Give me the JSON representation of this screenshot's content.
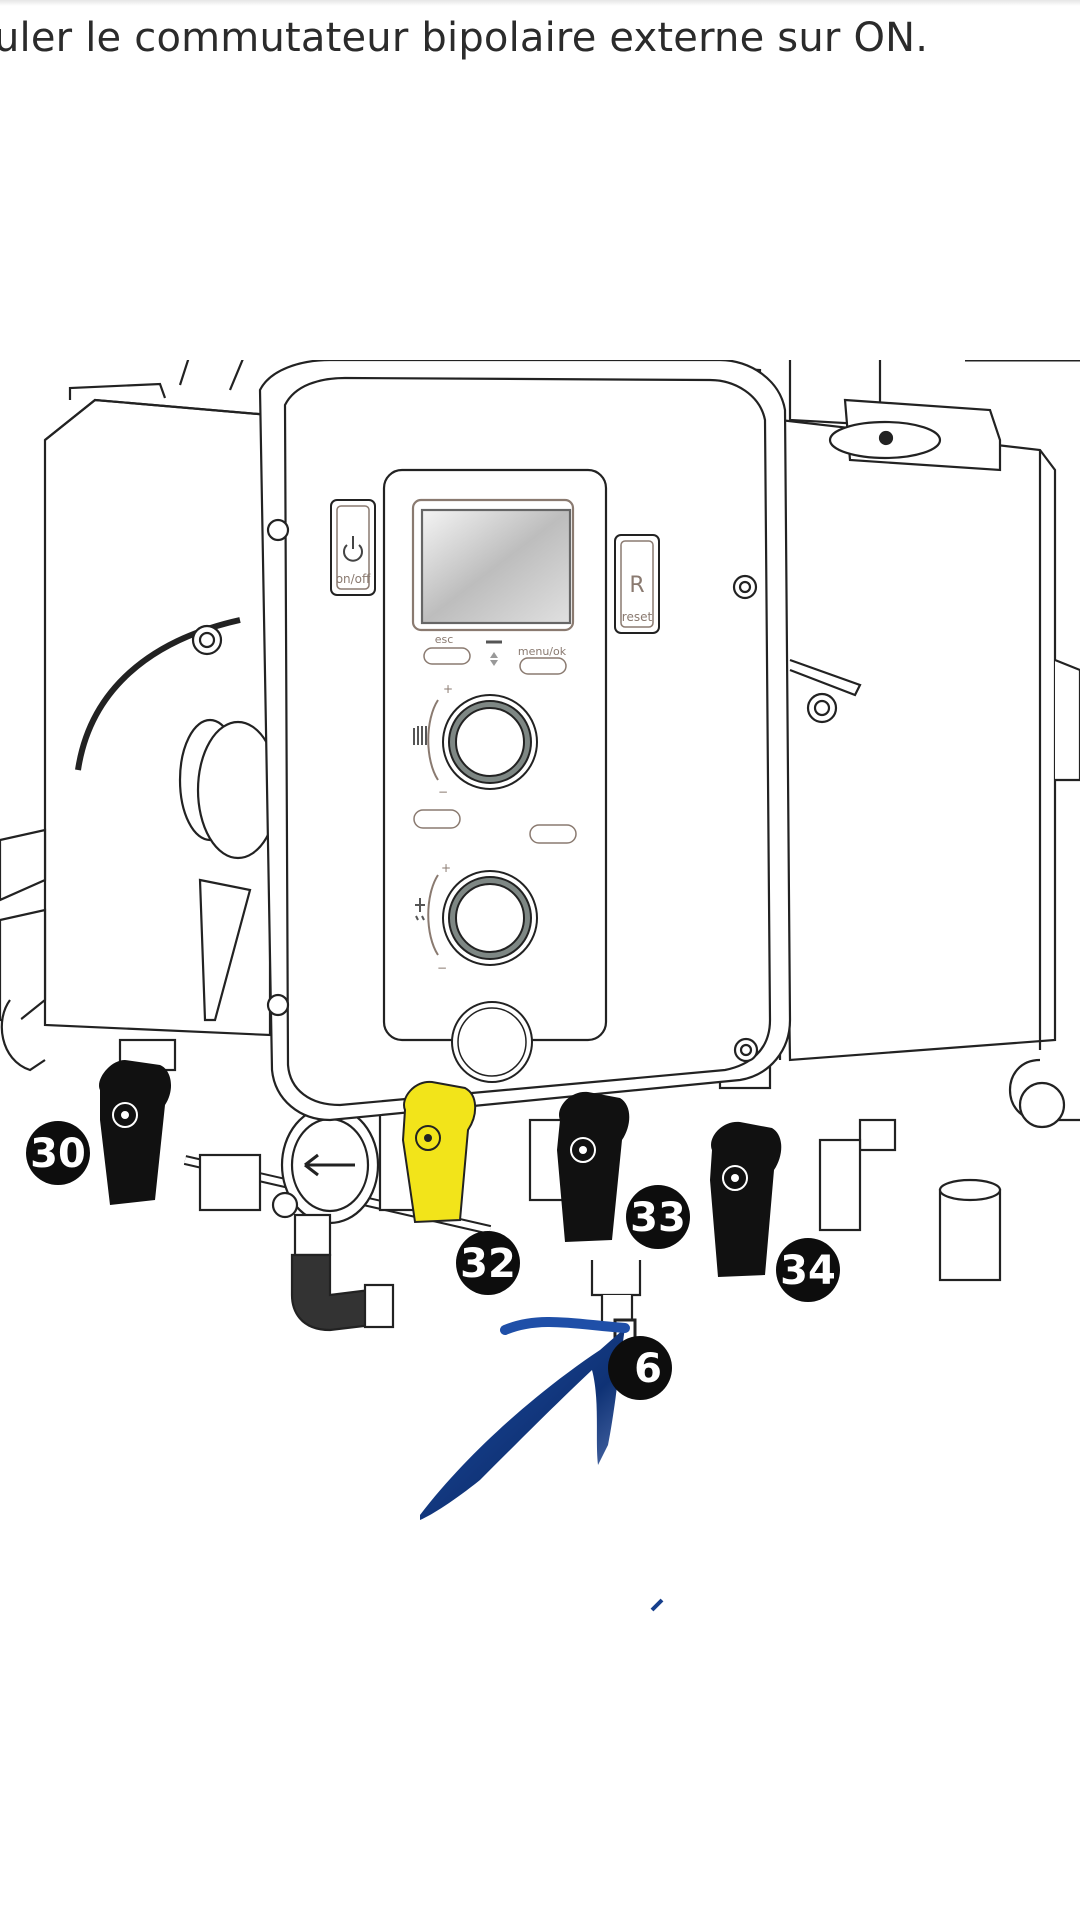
{
  "instruction": {
    "text": "uler le commutateur bipolaire externe sur ON."
  },
  "control_panel": {
    "power_label": "on/off",
    "reset_symbol": "R",
    "reset_label": "reset",
    "esc_label": "esc",
    "menu_label": "menu/ok",
    "heating_icon": "radiator-icon",
    "dhw_icon": "tap-icon"
  },
  "callouts": [
    {
      "id": "30",
      "label": "30"
    },
    {
      "id": "32",
      "label": "32"
    },
    {
      "id": "33",
      "label": "33"
    },
    {
      "id": "34",
      "label": "34"
    },
    {
      "id": "36",
      "label": "6"
    }
  ],
  "colors": {
    "valve_black": "#111111",
    "gas_valve_yellow": "#f2e41a",
    "callout_bg": "#0d0d0d",
    "arrow_blue": "#163f8c"
  }
}
